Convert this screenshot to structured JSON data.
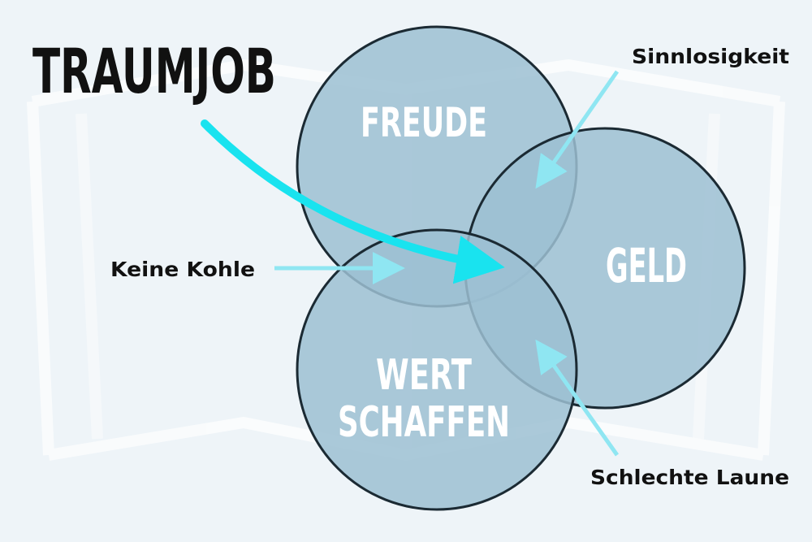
{
  "title": "TRAUMJOB",
  "circles": {
    "freude": "FREUDE",
    "geld": "GELD",
    "wert_line1": "WERT",
    "wert_line2": "SCHAFFEN"
  },
  "annotations": {
    "sinnlosigkeit": "Sinnlosigkeit",
    "keine_kohle": "Keine Kohle",
    "schlechte_laune": "Schlechte Laune"
  },
  "colors": {
    "background": "#eef4f8",
    "circle_fill": "#9cc0d2",
    "circle_stroke": "#1b2a33",
    "arrow_main": "#19e3ef",
    "arrow_light": "#8fe6f2",
    "text_dark": "#111111",
    "text_light": "#ffffff"
  }
}
